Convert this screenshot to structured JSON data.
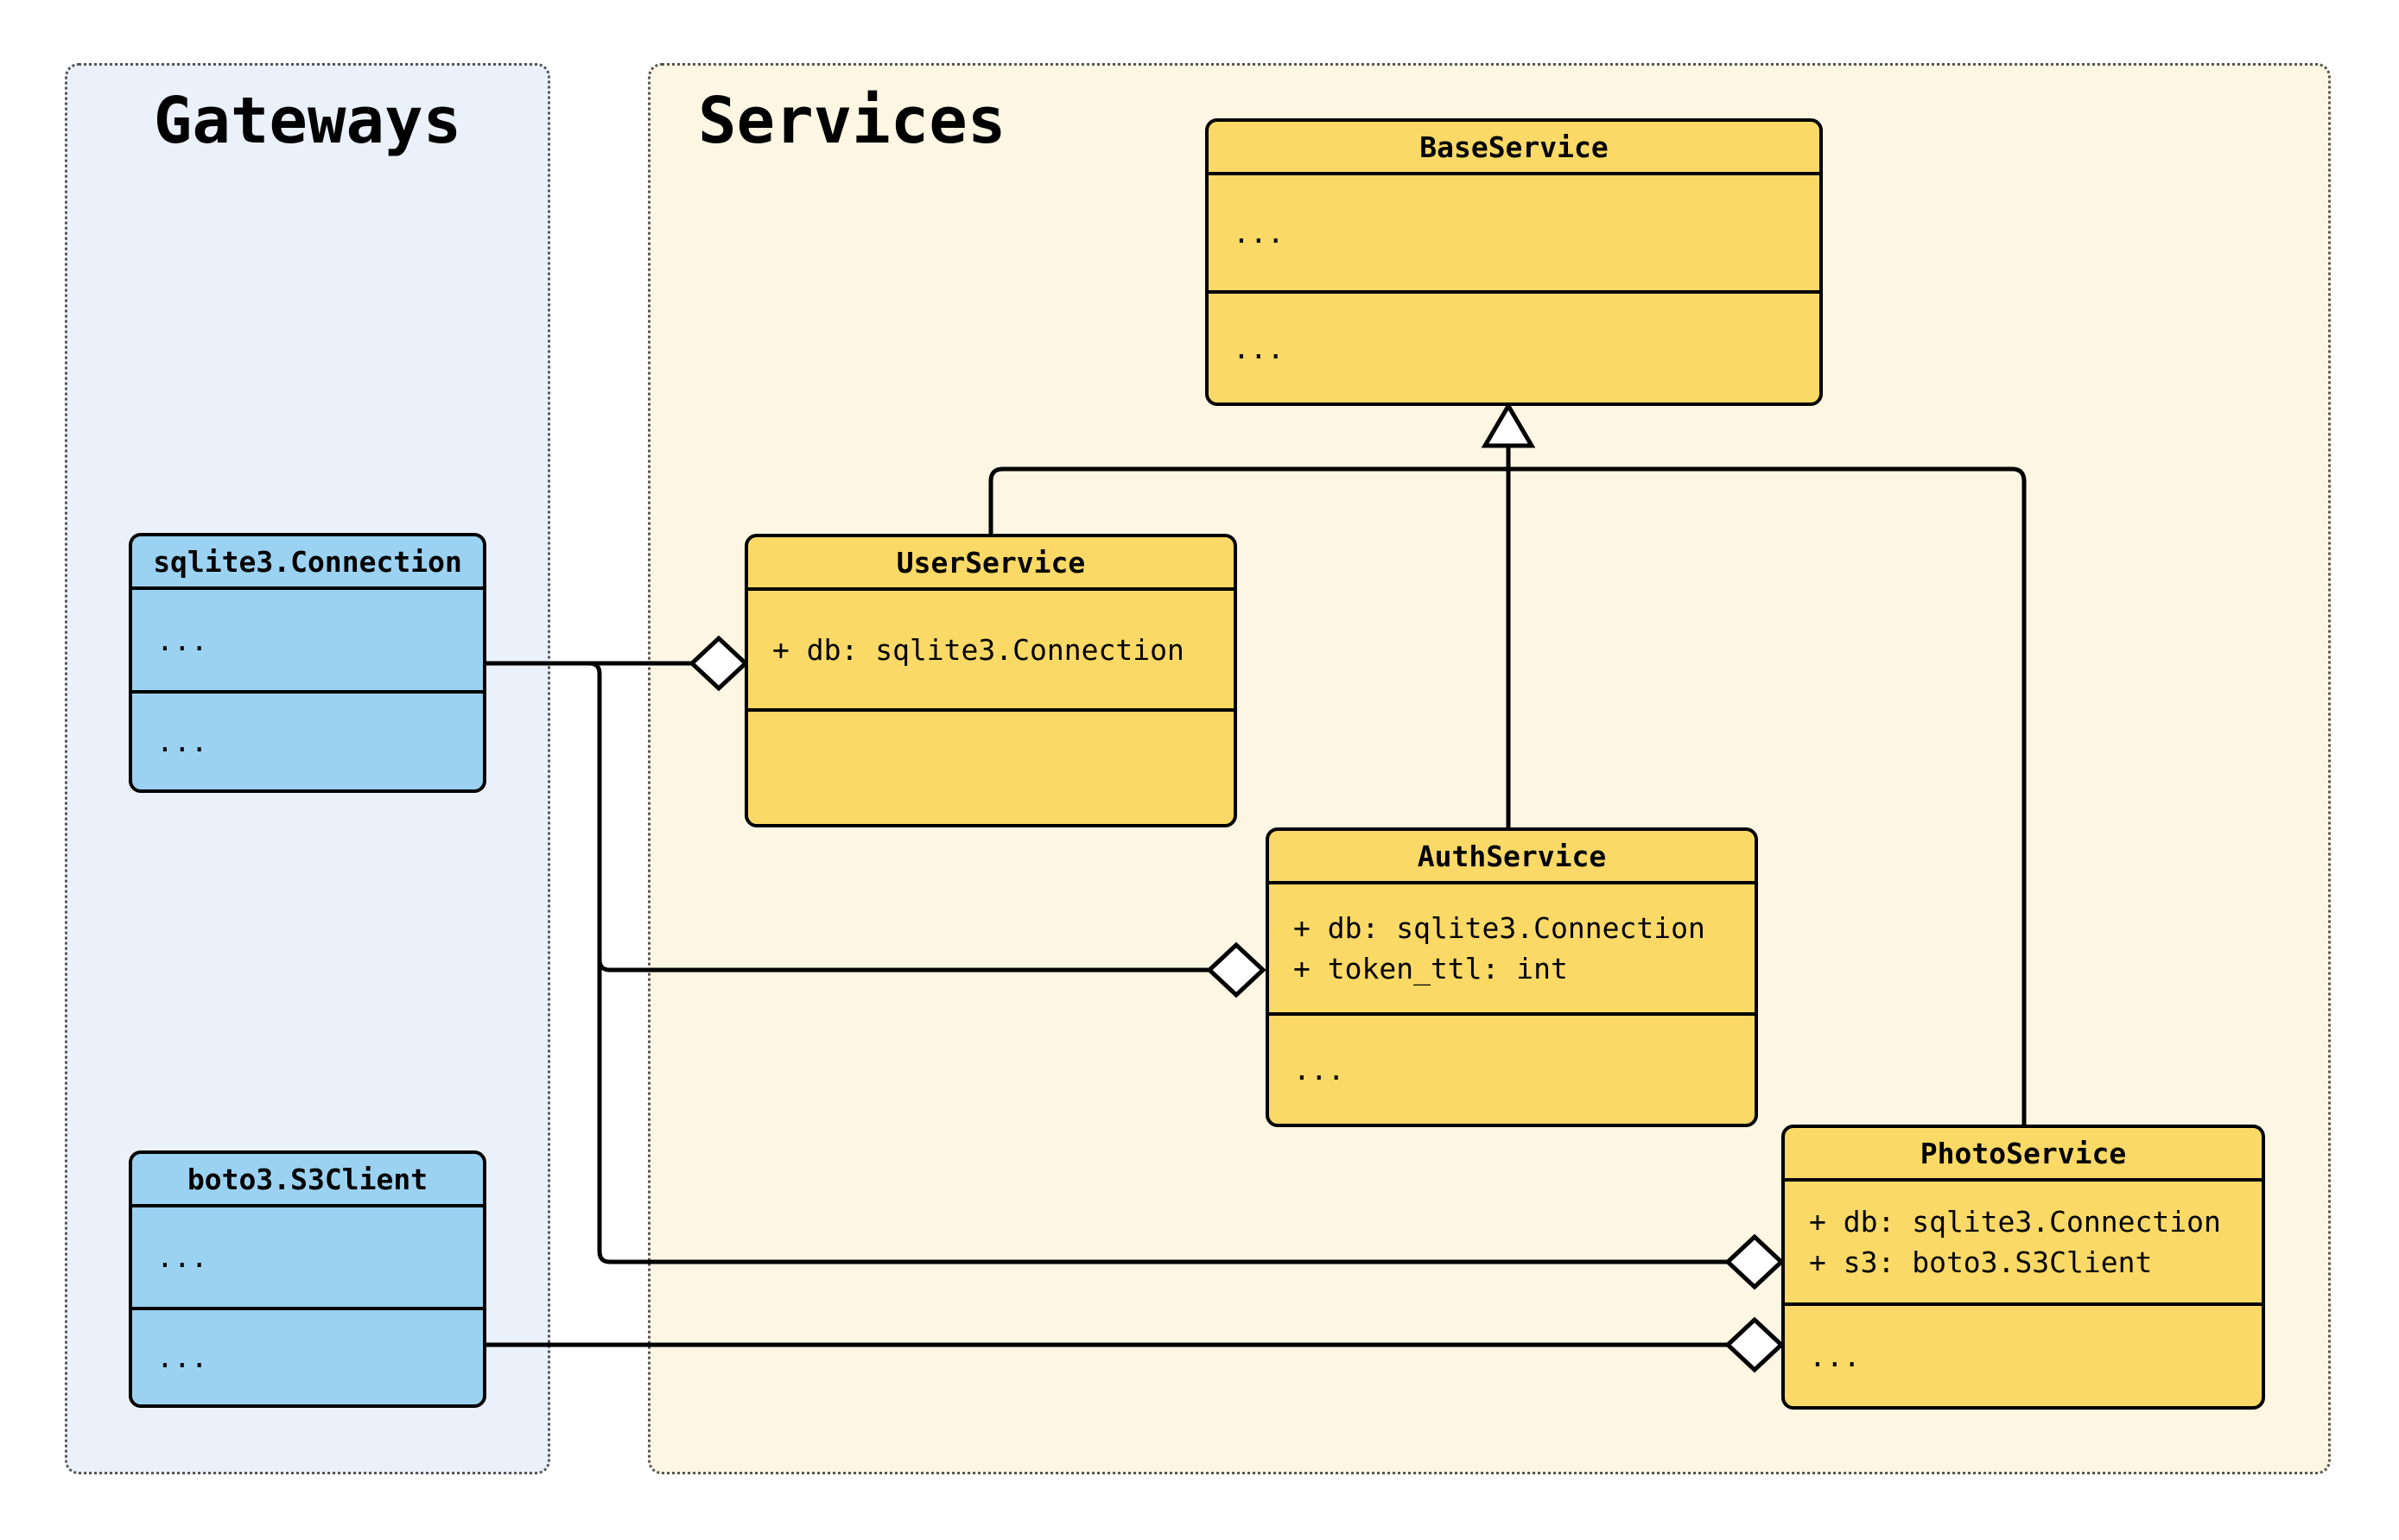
{
  "colors": {
    "canvas_bg": "#ffffff",
    "gateways_panel_bg": "#eaf1fa",
    "services_panel_bg": "#fdf6e3",
    "gateway_class_fill": "#9cd2f1",
    "service_class_fill": "#fbd966",
    "stroke": "#000000",
    "marker_fill": "#ffffff",
    "panel_border": "#555555",
    "text": "#000000"
  },
  "panels": {
    "gateways": {
      "title": "Gateways"
    },
    "services": {
      "title": "Services"
    }
  },
  "classes": {
    "sqlite3_connection": {
      "name": "sqlite3.Connection",
      "attrs_placeholder": "...",
      "methods_placeholder": "..."
    },
    "boto3_s3client": {
      "name": "boto3.S3Client",
      "attrs_placeholder": "...",
      "methods_placeholder": "..."
    },
    "base_service": {
      "name": "BaseService",
      "attrs_placeholder": "...",
      "methods_placeholder": "..."
    },
    "user_service": {
      "name": "UserService",
      "attr1": "+ db: sqlite3.Connection",
      "methods_placeholder": ""
    },
    "auth_service": {
      "name": "AuthService",
      "attr1": "+ db: sqlite3.Connection",
      "attr2": "+ token_ttl: int",
      "methods_placeholder": "..."
    },
    "photo_service": {
      "name": "PhotoService",
      "attr1": "+ db: sqlite3.Connection",
      "attr2": "+ s3: boto3.S3Client",
      "methods_placeholder": "..."
    }
  }
}
